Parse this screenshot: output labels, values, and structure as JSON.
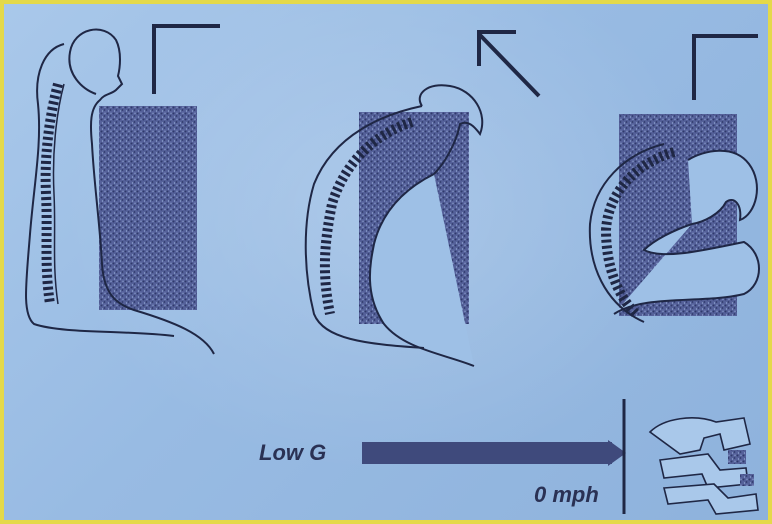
{
  "labels": {
    "force": "Low G",
    "speed": "0 mph"
  },
  "colors": {
    "background": "#9ec0e6",
    "ink": "#2a3154",
    "stipple": "#3b4676",
    "frame": "#e4d94a"
  },
  "icons": {
    "panels": [
      "upright-posture-figure",
      "flexing-posture-figure",
      "full-flexion-figure"
    ],
    "arrows": [
      "corner-arrow-up-right",
      "diagonal-arrow-up-left",
      "corner-arrow-up-right"
    ],
    "inset": "vertebrae-cross-section-icon"
  }
}
